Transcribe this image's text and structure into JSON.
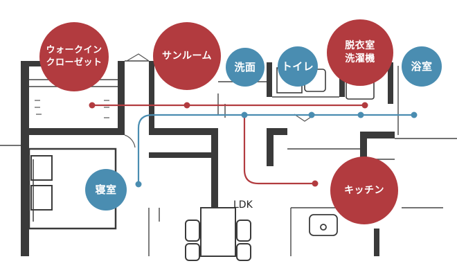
{
  "labels": {
    "walkin": "ウォークイン\nクローゼット",
    "sunroom": "サンルーム",
    "senmen": "洗面",
    "toilet": "トイレ",
    "datsui": "脱衣室\n洗濯機",
    "yokushitsu": "浴室",
    "shinshitsu": "寝室",
    "kitchen": "キッチン",
    "ldk": "LDK"
  },
  "colors": {
    "red_route": "#b23b3f",
    "blue_route": "#4a8db1",
    "wall": "#3a3a3a",
    "line": "#444444"
  }
}
